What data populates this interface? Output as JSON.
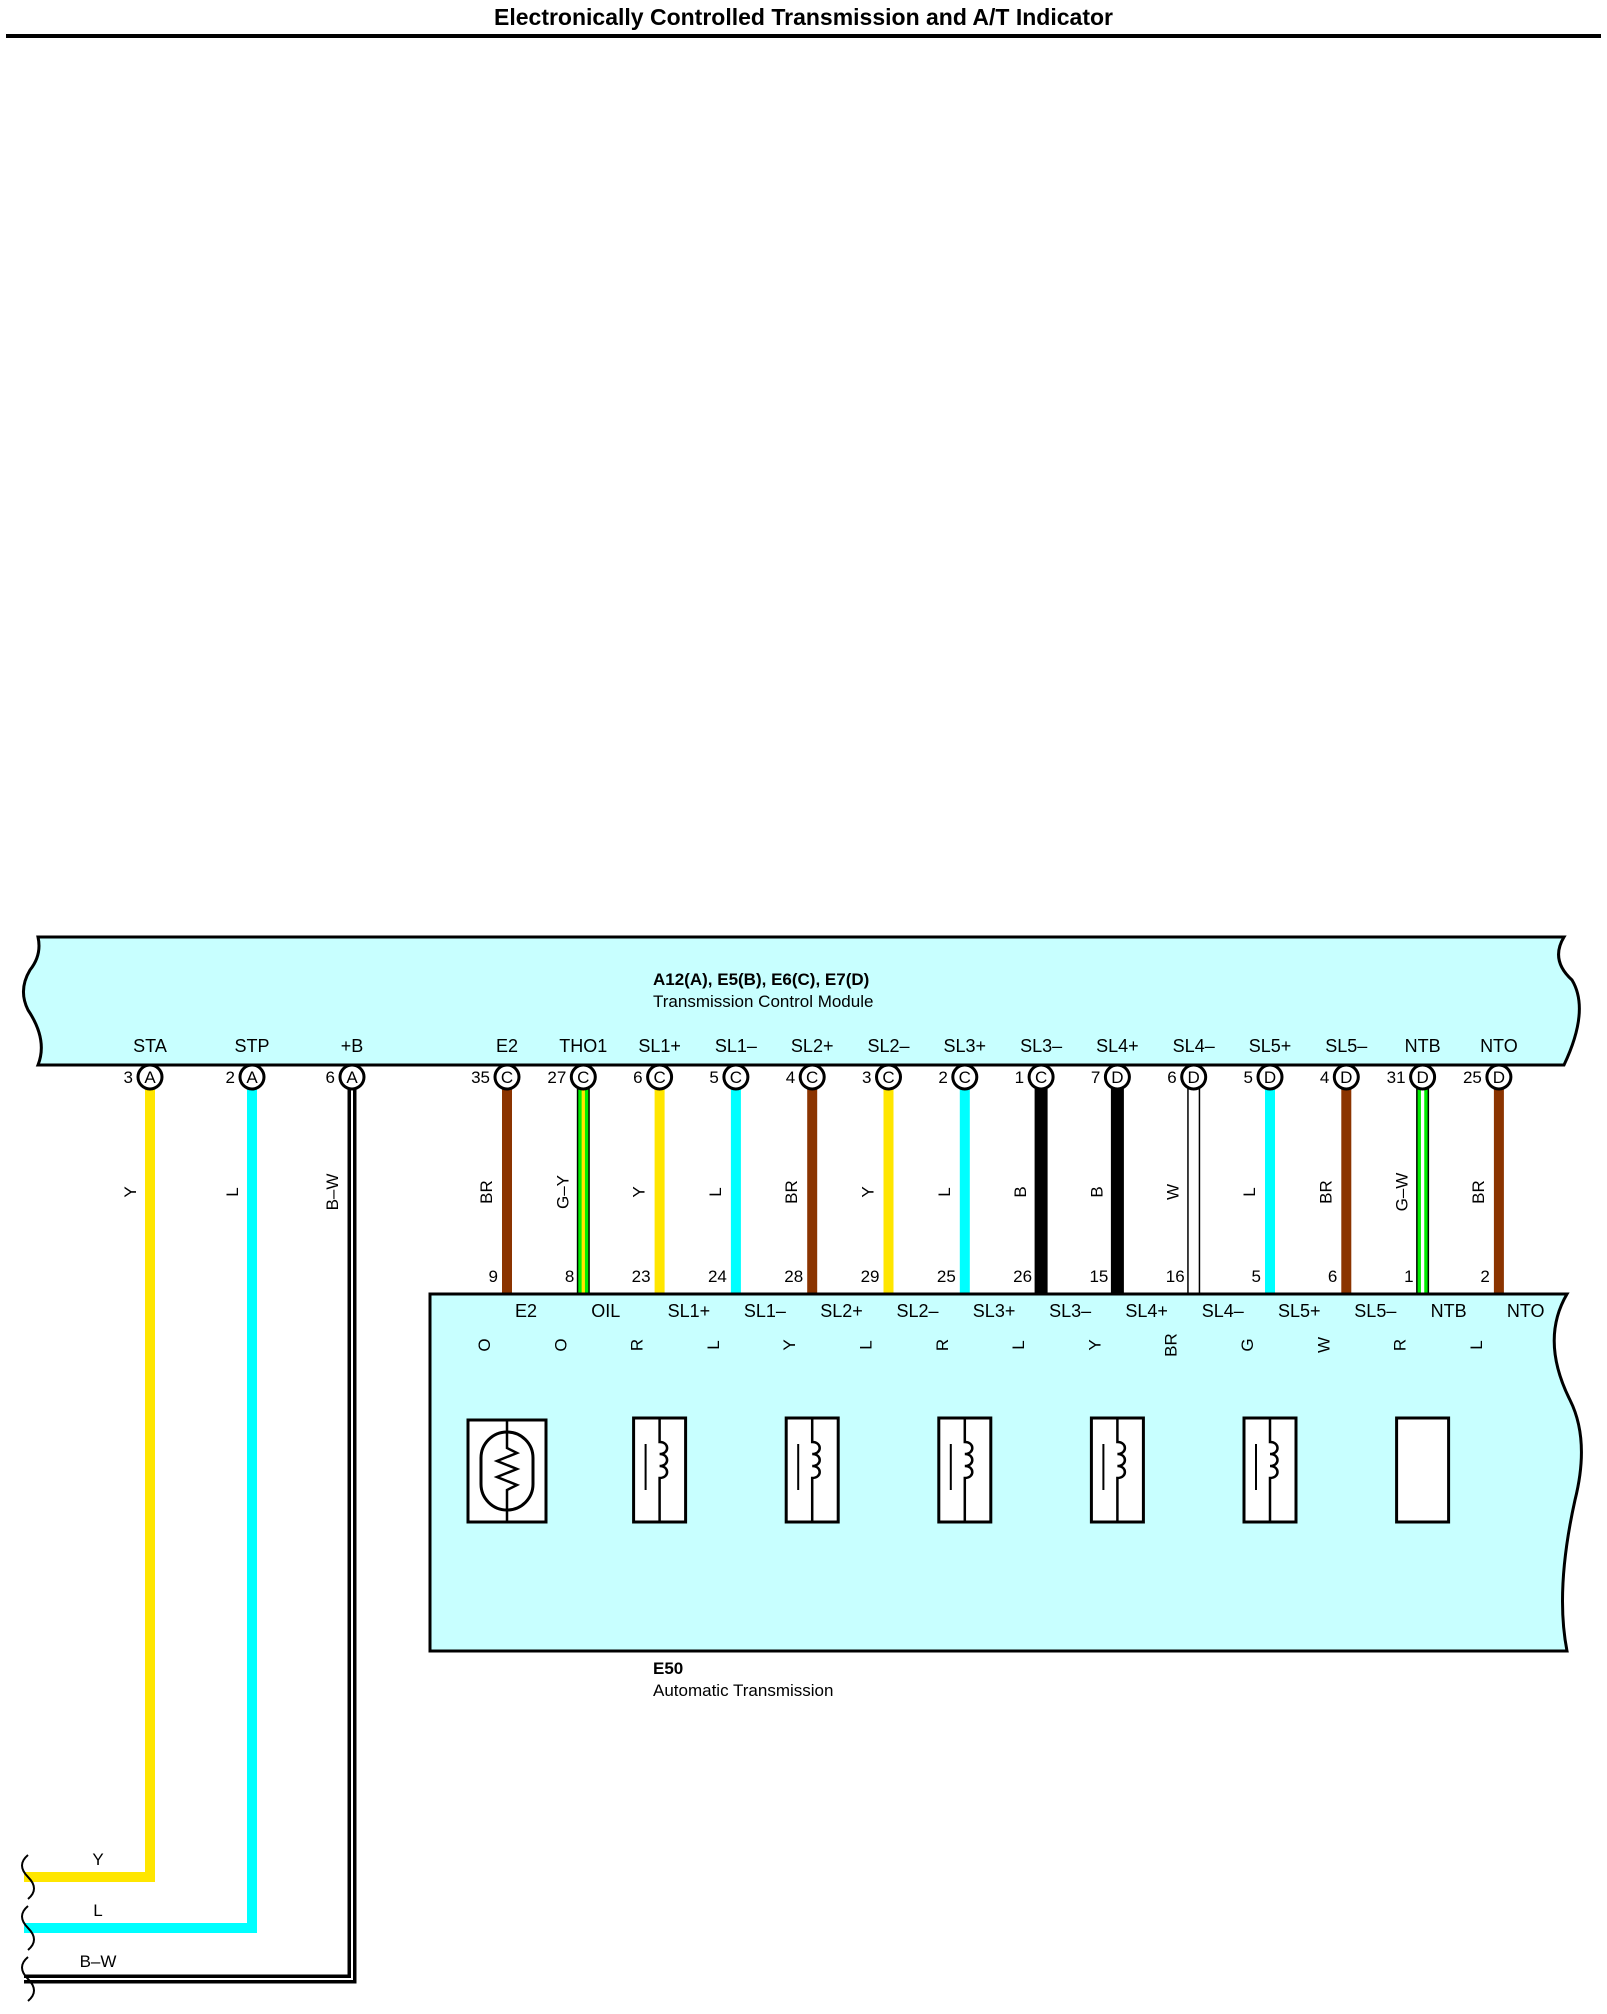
{
  "title": "Electronically Controlled Transmission and A/T Indicator",
  "colors": {
    "panel_fill": "#c8ffff",
    "Y": "#ffe600",
    "L": "#00ffff",
    "BR": "#8b3400",
    "B": "#000000",
    "W": "#ffffff",
    "G": "#00ee00",
    "O": "#ff8000",
    "R": "#ff0000"
  },
  "tcm": {
    "code": "A12(A), E5(B), E6(C), E7(D)",
    "name": "Transmission Control Module"
  },
  "trans": {
    "code": "E50",
    "name": "Automatic Transmission"
  },
  "left_pins": [
    {
      "label": "STA",
      "pin": "3",
      "conn": "A",
      "wire": "Y",
      "color": "Y"
    },
    {
      "label": "STP",
      "pin": "2",
      "conn": "A",
      "wire": "L",
      "color": "L"
    },
    {
      "label": "+B",
      "pin": "6",
      "conn": "A",
      "wire": "B–W",
      "color": "B",
      "stripe": "W"
    }
  ],
  "pins": [
    {
      "label": "E2",
      "pin": "35",
      "conn": "C",
      "wire": "BR",
      "color": "BR",
      "tpin": "9",
      "tlabel": "E2",
      "inner": "O",
      "icolor": "O"
    },
    {
      "label": "THO1",
      "pin": "27",
      "conn": "C",
      "wire": "G–Y",
      "color": "G",
      "stripe": "Y",
      "tpin": "8",
      "tlabel": "OIL",
      "inner": "O",
      "icolor": "O"
    },
    {
      "label": "SL1+",
      "pin": "6",
      "conn": "C",
      "wire": "Y",
      "color": "Y",
      "tpin": "23",
      "tlabel": "SL1+",
      "inner": "R",
      "icolor": "R"
    },
    {
      "label": "SL1–",
      "pin": "5",
      "conn": "C",
      "wire": "L",
      "color": "L",
      "tpin": "24",
      "tlabel": "SL1–",
      "inner": "L",
      "icolor": "L"
    },
    {
      "label": "SL2+",
      "pin": "4",
      "conn": "C",
      "wire": "BR",
      "color": "BR",
      "tpin": "28",
      "tlabel": "SL2+",
      "inner": "Y",
      "icolor": "Y"
    },
    {
      "label": "SL2–",
      "pin": "3",
      "conn": "C",
      "wire": "Y",
      "color": "Y",
      "tpin": "29",
      "tlabel": "SL2–",
      "inner": "L",
      "icolor": "L"
    },
    {
      "label": "SL3+",
      "pin": "2",
      "conn": "C",
      "wire": "L",
      "color": "L",
      "tpin": "25",
      "tlabel": "SL3+",
      "inner": "R",
      "icolor": "R"
    },
    {
      "label": "SL3–",
      "pin": "1",
      "conn": "C",
      "wire": "B",
      "color": "B",
      "tpin": "26",
      "tlabel": "SL3–",
      "inner": "L",
      "icolor": "L"
    },
    {
      "label": "SL4+",
      "pin": "7",
      "conn": "D",
      "wire": "B",
      "color": "B",
      "tpin": "15",
      "tlabel": "SL4+",
      "inner": "Y",
      "icolor": "Y"
    },
    {
      "label": "SL4–",
      "pin": "6",
      "conn": "D",
      "wire": "W",
      "color": "W",
      "tpin": "16",
      "tlabel": "SL4–",
      "inner": "BR",
      "icolor": "BR"
    },
    {
      "label": "SL5+",
      "pin": "5",
      "conn": "D",
      "wire": "L",
      "color": "L",
      "tpin": "5",
      "tlabel": "SL5+",
      "inner": "G",
      "icolor": "G"
    },
    {
      "label": "SL5–",
      "pin": "4",
      "conn": "D",
      "wire": "BR",
      "color": "BR",
      "tpin": "6",
      "tlabel": "SL5–",
      "inner": "W",
      "icolor": "W"
    },
    {
      "label": "NTB",
      "pin": "31",
      "conn": "D",
      "wire": "G–W",
      "color": "G",
      "stripe": "W",
      "tpin": "1",
      "tlabel": "NTB",
      "inner": "R",
      "icolor": "R"
    },
    {
      "label": "NTO",
      "pin": "25",
      "conn": "D",
      "wire": "BR",
      "color": "BR",
      "tpin": "2",
      "tlabel": "NTO",
      "inner": "L",
      "icolor": "L"
    }
  ],
  "components": [
    {
      "kind": "thermistor"
    },
    {
      "kind": "solenoid"
    },
    {
      "kind": "solenoid"
    },
    {
      "kind": "solenoid"
    },
    {
      "kind": "solenoid"
    },
    {
      "kind": "solenoid"
    },
    {
      "kind": "sensor"
    }
  ],
  "bottom_leads": [
    {
      "label": "Y",
      "color": "Y"
    },
    {
      "label": "L",
      "color": "L"
    },
    {
      "label": "B–W",
      "color": "B",
      "stripe": "W"
    }
  ]
}
